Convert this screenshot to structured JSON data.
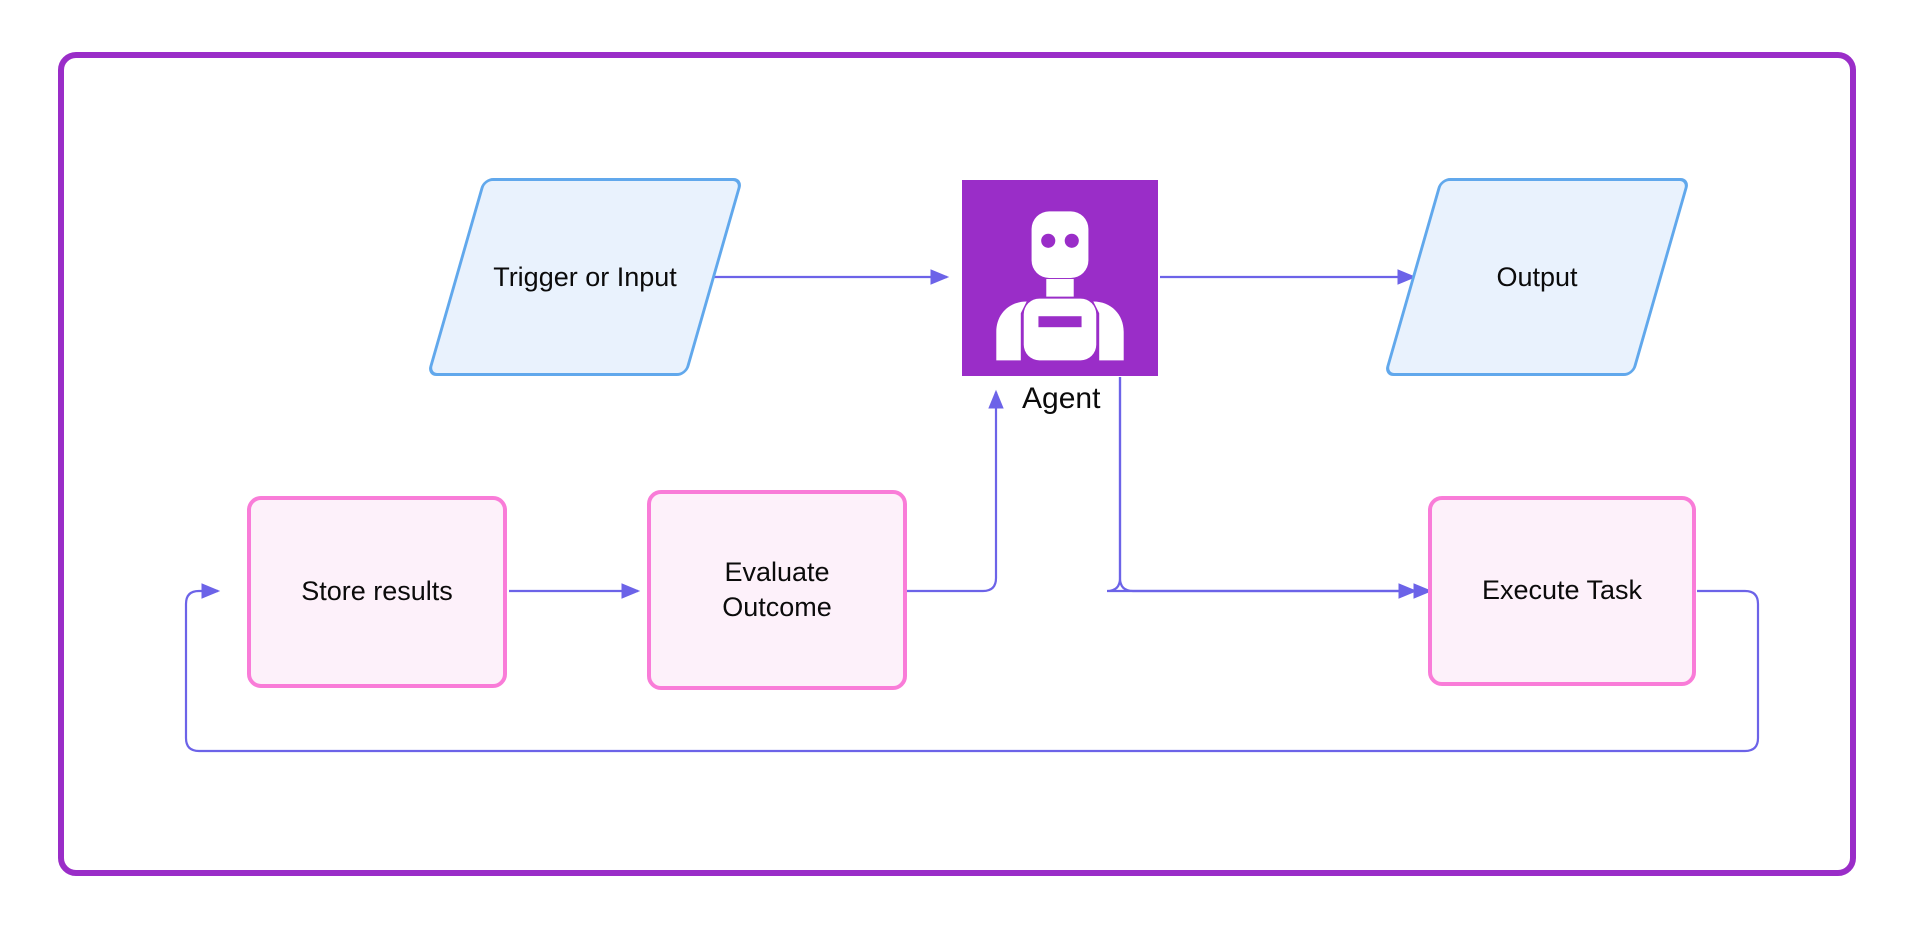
{
  "diagram": {
    "title": "Agent loop flow diagram",
    "frame": {
      "border_color": "#9A2DC8"
    },
    "colors": {
      "frame_border": "#9A2DC8",
      "agent_fill": "#9A2DC8",
      "io_fill": "#E9F2FD",
      "io_border": "#61A8EC",
      "process_fill": "#FDF1FA",
      "process_border": "#F97CD8",
      "arrow": "#6C63E8",
      "text": "#0b0b0b"
    },
    "nodes": [
      {
        "id": "trigger",
        "label": "Trigger or Input",
        "shape": "parallelogram",
        "role": "input"
      },
      {
        "id": "agent",
        "label": "Agent",
        "shape": "image",
        "role": "agent",
        "icon": "robot-icon"
      },
      {
        "id": "output",
        "label": "Output",
        "shape": "parallelogram",
        "role": "output"
      },
      {
        "id": "store",
        "label": "Store results",
        "shape": "rounded-rect",
        "role": "process"
      },
      {
        "id": "evaluate",
        "label_line1": "Evaluate",
        "label_line2": "Outcome",
        "label": "Evaluate Outcome",
        "shape": "rounded-rect",
        "role": "process"
      },
      {
        "id": "execute",
        "label": "Execute Task",
        "shape": "rounded-rect",
        "role": "process"
      }
    ],
    "edges": [
      {
        "from": "trigger",
        "to": "agent",
        "arrow": true
      },
      {
        "from": "agent",
        "to": "output",
        "arrow": true
      },
      {
        "from": "agent",
        "to": "execute",
        "arrow": true
      },
      {
        "from": "execute",
        "to": "store",
        "arrow": true
      },
      {
        "from": "store",
        "to": "evaluate",
        "arrow": true
      },
      {
        "from": "evaluate",
        "to": "agent",
        "arrow": true
      }
    ]
  }
}
